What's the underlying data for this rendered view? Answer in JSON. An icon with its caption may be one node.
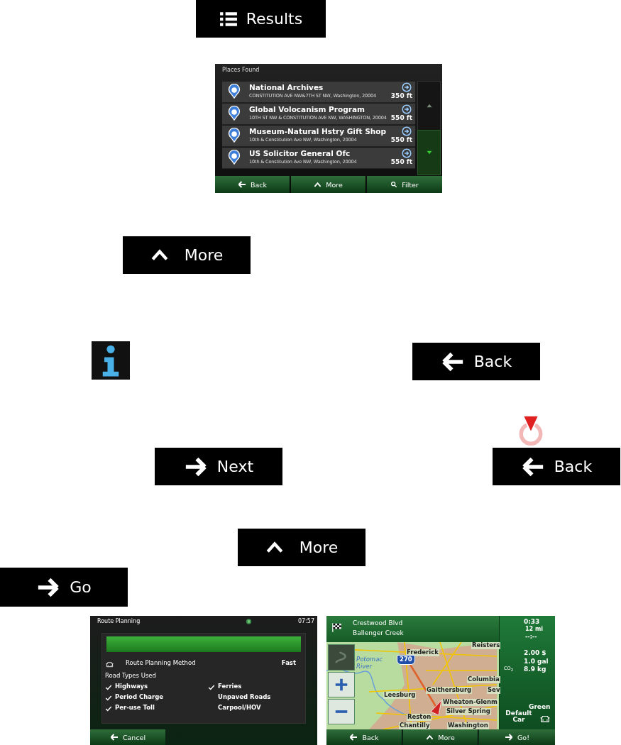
{
  "diagram": {
    "labels": [
      "Results",
      "Places Found",
      "National Archives",
      "CONSTITUTION AVE NW&7TH ST NW, Washington, 20004",
      "350 ft",
      "Global Volocanism Program",
      "10TH ST NW & CONSTITUTION AVE NW, WASHINGTON, 20004",
      "550 ft",
      "Museum-Natural Hstry Gift Shop",
      "10th & Constitution Ave NW, Washington, 20004",
      "550 ft",
      "US Solicitor General Ofc",
      "10th & Constitution Ave NW, Washington, 20004",
      "550 ft",
      "Back",
      "More",
      "Filter",
      "More",
      "Back",
      "Next",
      "Back",
      "More",
      "Go",
      "Route Planning",
      "07:57",
      "Route Planning Method",
      "Fast",
      "Road Types Used",
      "Highways",
      "Ferries",
      "Period Charge",
      "Unpaved Roads",
      "Per-use Toll",
      "Carpool/HOV",
      "Cancel",
      "Crestwood Blvd",
      "Ballenger Creek",
      "0:33",
      "12 mi",
      "--:--",
      "2.00 $",
      "1.0 gal",
      "CO$_{2}$",
      "8.9 kg",
      "Frederick",
      "Reisters",
      "270",
      "Potomac River",
      "Columbia",
      "Gaithersburg",
      "Sev",
      "Leesburg",
      "Wheaton-Glenm",
      "Silver Spring",
      "Reston",
      "Chantilly",
      "Washington",
      "Green",
      "Default Car",
      "Back",
      "More",
      "Go!"
    ]
  }
}
